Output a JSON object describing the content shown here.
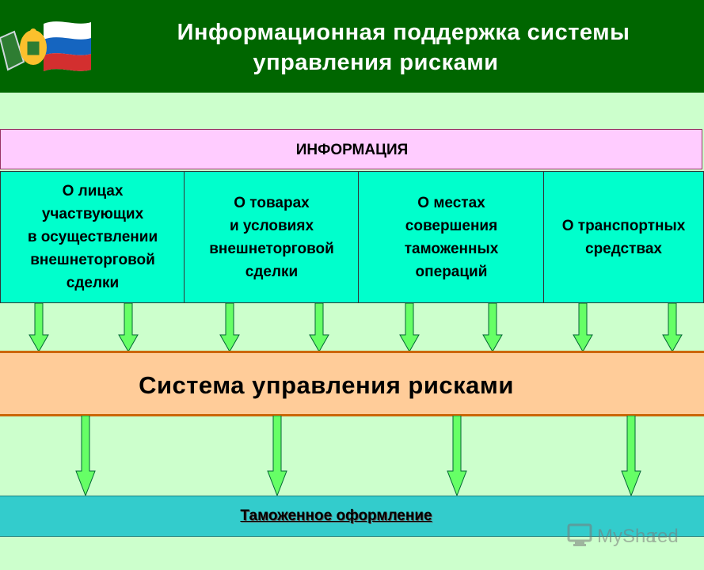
{
  "header": {
    "title_line1": "Информационная поддержка системы",
    "title_line2": "управления рисками"
  },
  "info": {
    "label": "ИНФОРМАЦИЯ"
  },
  "categories": [
    {
      "label": "О лицах\nучаствующих\nв осуществлении\nвнешнеторговой\nсделки"
    },
    {
      "label": "О товарах\nи условиях\nвнешнеторговой\nсделки"
    },
    {
      "label": "О местах\nсовершения\nтаможенных\nопераций"
    },
    {
      "label": "О транспортных\nсредствах"
    }
  ],
  "system": {
    "label": "Система управления рисками"
  },
  "customs": {
    "label": "Таможенное оформление"
  },
  "watermark": {
    "text": "MySha",
    "text_accent": "red"
  },
  "colors": {
    "header_bg": "#006600",
    "page_bg": "#ccffcc",
    "info_bg": "#ffccff",
    "category_bg": "#00ffcc",
    "system_bg": "#ffcc99",
    "customs_bg": "#33cccc",
    "arrow_fill": "#66ff66"
  }
}
